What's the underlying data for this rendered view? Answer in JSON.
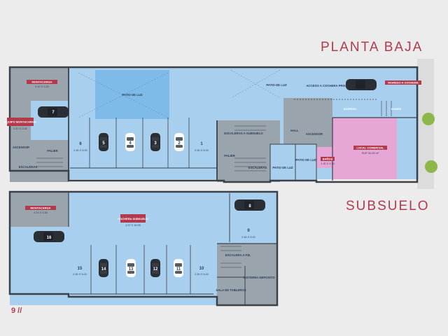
{
  "titles": {
    "planta_baja": "PLANTA BAJA",
    "subsuelo": "SUBSUELO"
  },
  "page": {
    "number": "9 //"
  },
  "colors": {
    "background": "#ececec",
    "floor_blue": "#a9cfee",
    "patio_blue": "#7fbbe8",
    "gray_zone": "#9aa4ad",
    "commercial_pink": "#e6a6d6",
    "wall": "#3b4148",
    "label_red": "#b23a4c"
  },
  "planta_baja": {
    "montacarga": {
      "name": "MONTACARGA",
      "dims": "4.10 X 3.30"
    },
    "equipo_montacarga": {
      "name": "EQUIPO MONTACARGA",
      "dims": "4.10 X 3.30"
    },
    "patio_luz_1": "PATIO DE LUZ",
    "patio_luz_2": "PATIO DE LUZ",
    "acceso_cochera": "ACCESO A COCHERA PRIVADA",
    "ingreso_cochera": "INGRESO A COCHERA",
    "ingreso": "INGRESO",
    "rampa": "RAMPA",
    "ascensor_left": "ASCENSOR",
    "palier_left": "PALIER",
    "escaleras_left": "ESCALERAS",
    "escaleras_subsuelo": "ESCALERAS A SUBSUELO",
    "palier_center": "PALIER",
    "escaleras_center": "ESCALERAS",
    "hall": "HALL",
    "ascensor_center": "ASCENSOR",
    "patio_luz_3": "PATIO DE LUZ",
    "patio_luz_4": "PATIO DE LUZ",
    "local": {
      "name": "LOCAL COMERCIAL",
      "area": "SUP. 64,50 m²"
    },
    "banos": {
      "name": "BAÑOS",
      "dims": "1.20 X 1.50"
    },
    "spaces": [
      {
        "number": "6",
        "dims": "2.50 X 5.00"
      },
      {
        "number": "5",
        "dims": ""
      },
      {
        "number": "4",
        "dims": ""
      },
      {
        "number": "3",
        "dims": ""
      },
      {
        "number": "2",
        "dims": ""
      },
      {
        "number": "1",
        "dims": "2.50 X 5.00"
      },
      {
        "number": "7",
        "dims": ""
      }
    ]
  },
  "subsuelo": {
    "montacarga": {
      "name": "MONTACARGA",
      "dims": "4.10 X 3.30"
    },
    "cochera": {
      "name": "COCHERA SUBSUELO",
      "dims": "4.37 X 16.95"
    },
    "escalera": "ESCALERA A P.B.",
    "sala_tableros": "SALA DE TABLEROS",
    "cisterna": "CISTERNA DEPOSITO",
    "spaces": [
      {
        "number": "8",
        "dims": ""
      },
      {
        "number": "9",
        "dims": "2.60 X 5.00"
      },
      {
        "number": "16",
        "dims": ""
      },
      {
        "number": "15",
        "dims": "2.50 X 5.00"
      },
      {
        "number": "14",
        "dims": ""
      },
      {
        "number": "13",
        "dims": ""
      },
      {
        "number": "12",
        "dims": ""
      },
      {
        "number": "11",
        "dims": ""
      },
      {
        "number": "10",
        "dims": "2.50 X 5.00"
      }
    ]
  }
}
